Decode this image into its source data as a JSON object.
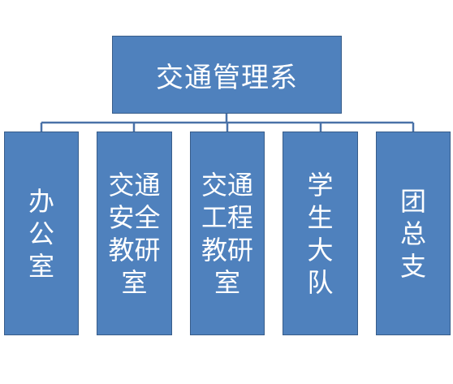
{
  "colors": {
    "box_fill": "#4F81BD",
    "box_border": "#385D8A",
    "connector": "#4A72A8",
    "text": "#FFFFFF"
  },
  "root": {
    "label": "交通管理系"
  },
  "children": [
    {
      "label": "办\n公\n室"
    },
    {
      "label": "交通\n安全\n教研\n室"
    },
    {
      "label": "交通\n工程\n教研\n室"
    },
    {
      "label": "学\n生\n大\n队"
    },
    {
      "label": "团\n总\n支"
    }
  ]
}
